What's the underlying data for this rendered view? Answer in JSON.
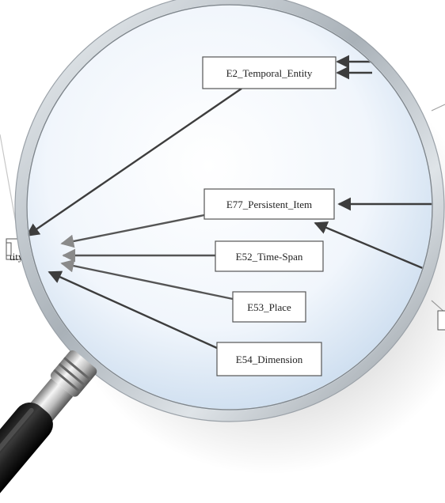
{
  "nodes": [
    {
      "label": "E2_Temporal_Entity"
    },
    {
      "label": "E77_Persistent_Item"
    },
    {
      "label": "tity"
    },
    {
      "label": "E52_Time-Span"
    },
    {
      "label": "E53_Place"
    },
    {
      "label": "E54_Dimension"
    }
  ],
  "colors": {
    "edge": "#3d3d3d",
    "node_border": "#555555",
    "lens_tint": "#d8e6f5",
    "ring": "#b9c0c6"
  },
  "icons": [
    "magnifying-glass-icon"
  ]
}
